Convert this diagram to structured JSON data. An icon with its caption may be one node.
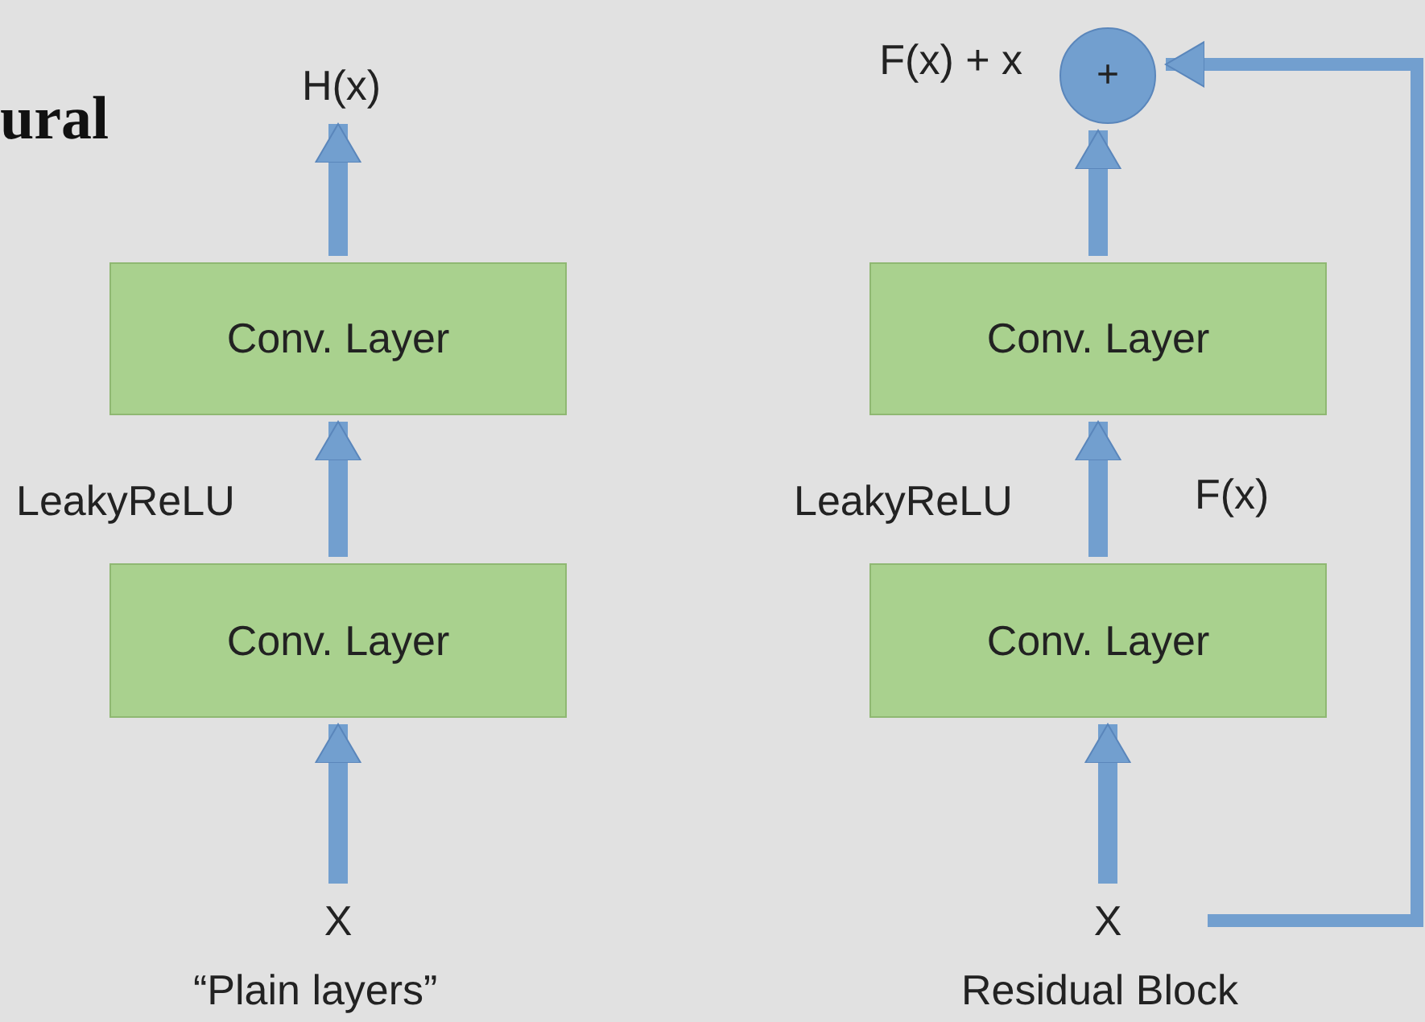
{
  "diagram": {
    "nodes": [
      {
        "text": [
          "H(x)"
        ]
      },
      {
        "text": [
          "Conv. Layer"
        ]
      },
      {
        "text": [
          "Conv. Layer"
        ]
      },
      {
        "text": [
          "X"
        ]
      },
      {
        "text": [
          "Conv. Layer"
        ]
      },
      {
        "text": [
          "Conv. Layer"
        ]
      },
      {
        "text": [
          "X"
        ]
      },
      {
        "text": [
          "+"
        ],
        "beside": [
          "F(x) + x"
        ]
      }
    ],
    "edges": [
      {
        "from": 3,
        "to": 2,
        "arrow": "to"
      },
      {
        "from": 2,
        "to": 1,
        "arrow": "to",
        "label": "LeakyReLU"
      },
      {
        "from": 1,
        "to": 0,
        "arrow": "to"
      },
      {
        "from": 6,
        "to": 5,
        "arrow": "to"
      },
      {
        "from": 5,
        "to": 4,
        "arrow": "to",
        "label": "LeakyReLU"
      },
      {
        "from": 4,
        "to": 7,
        "arrow": "to"
      },
      {
        "from": 6,
        "to": 7,
        "arrow": "to"
      }
    ],
    "labels": [
      "ural",
      "F(x)",
      "“Plain layers”",
      "Residual Block"
    ]
  }
}
